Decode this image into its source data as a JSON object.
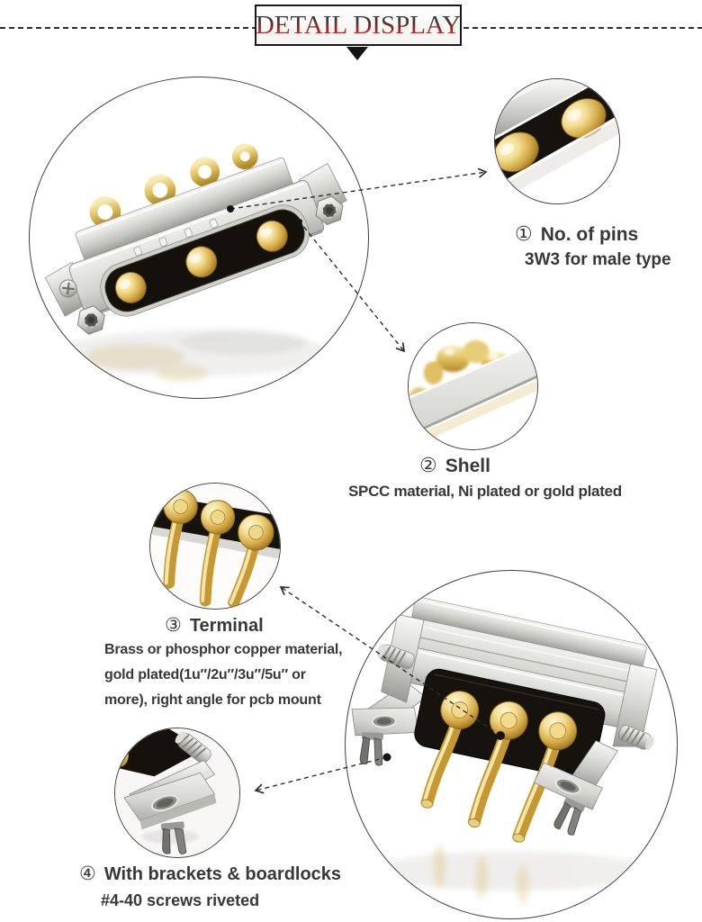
{
  "header": {
    "title": "DETAIL DISPLAY"
  },
  "callouts": {
    "pins": {
      "number": "①",
      "title": "No. of pins",
      "desc": "3W3 for male type"
    },
    "shell": {
      "number": "②",
      "title": "Shell",
      "desc": "SPCC material, Ni plated or gold plated"
    },
    "terminal": {
      "number": "③",
      "title": "Terminal",
      "desc_line1": "Brass or phosphor copper material,",
      "desc_line2": "gold plated(1u″/2u″/3u″/5u″ or",
      "desc_line3": "more), right angle for pcb mount"
    },
    "brackets": {
      "number": "④",
      "title": "With brackets & boardlocks",
      "desc": "#4-40 screws riveted"
    }
  },
  "colors": {
    "title_red": "#c22120",
    "gold": "#d2a845",
    "insulator_black": "#16130e",
    "line_color": "#2e2e2e",
    "text_color": "#383838"
  }
}
